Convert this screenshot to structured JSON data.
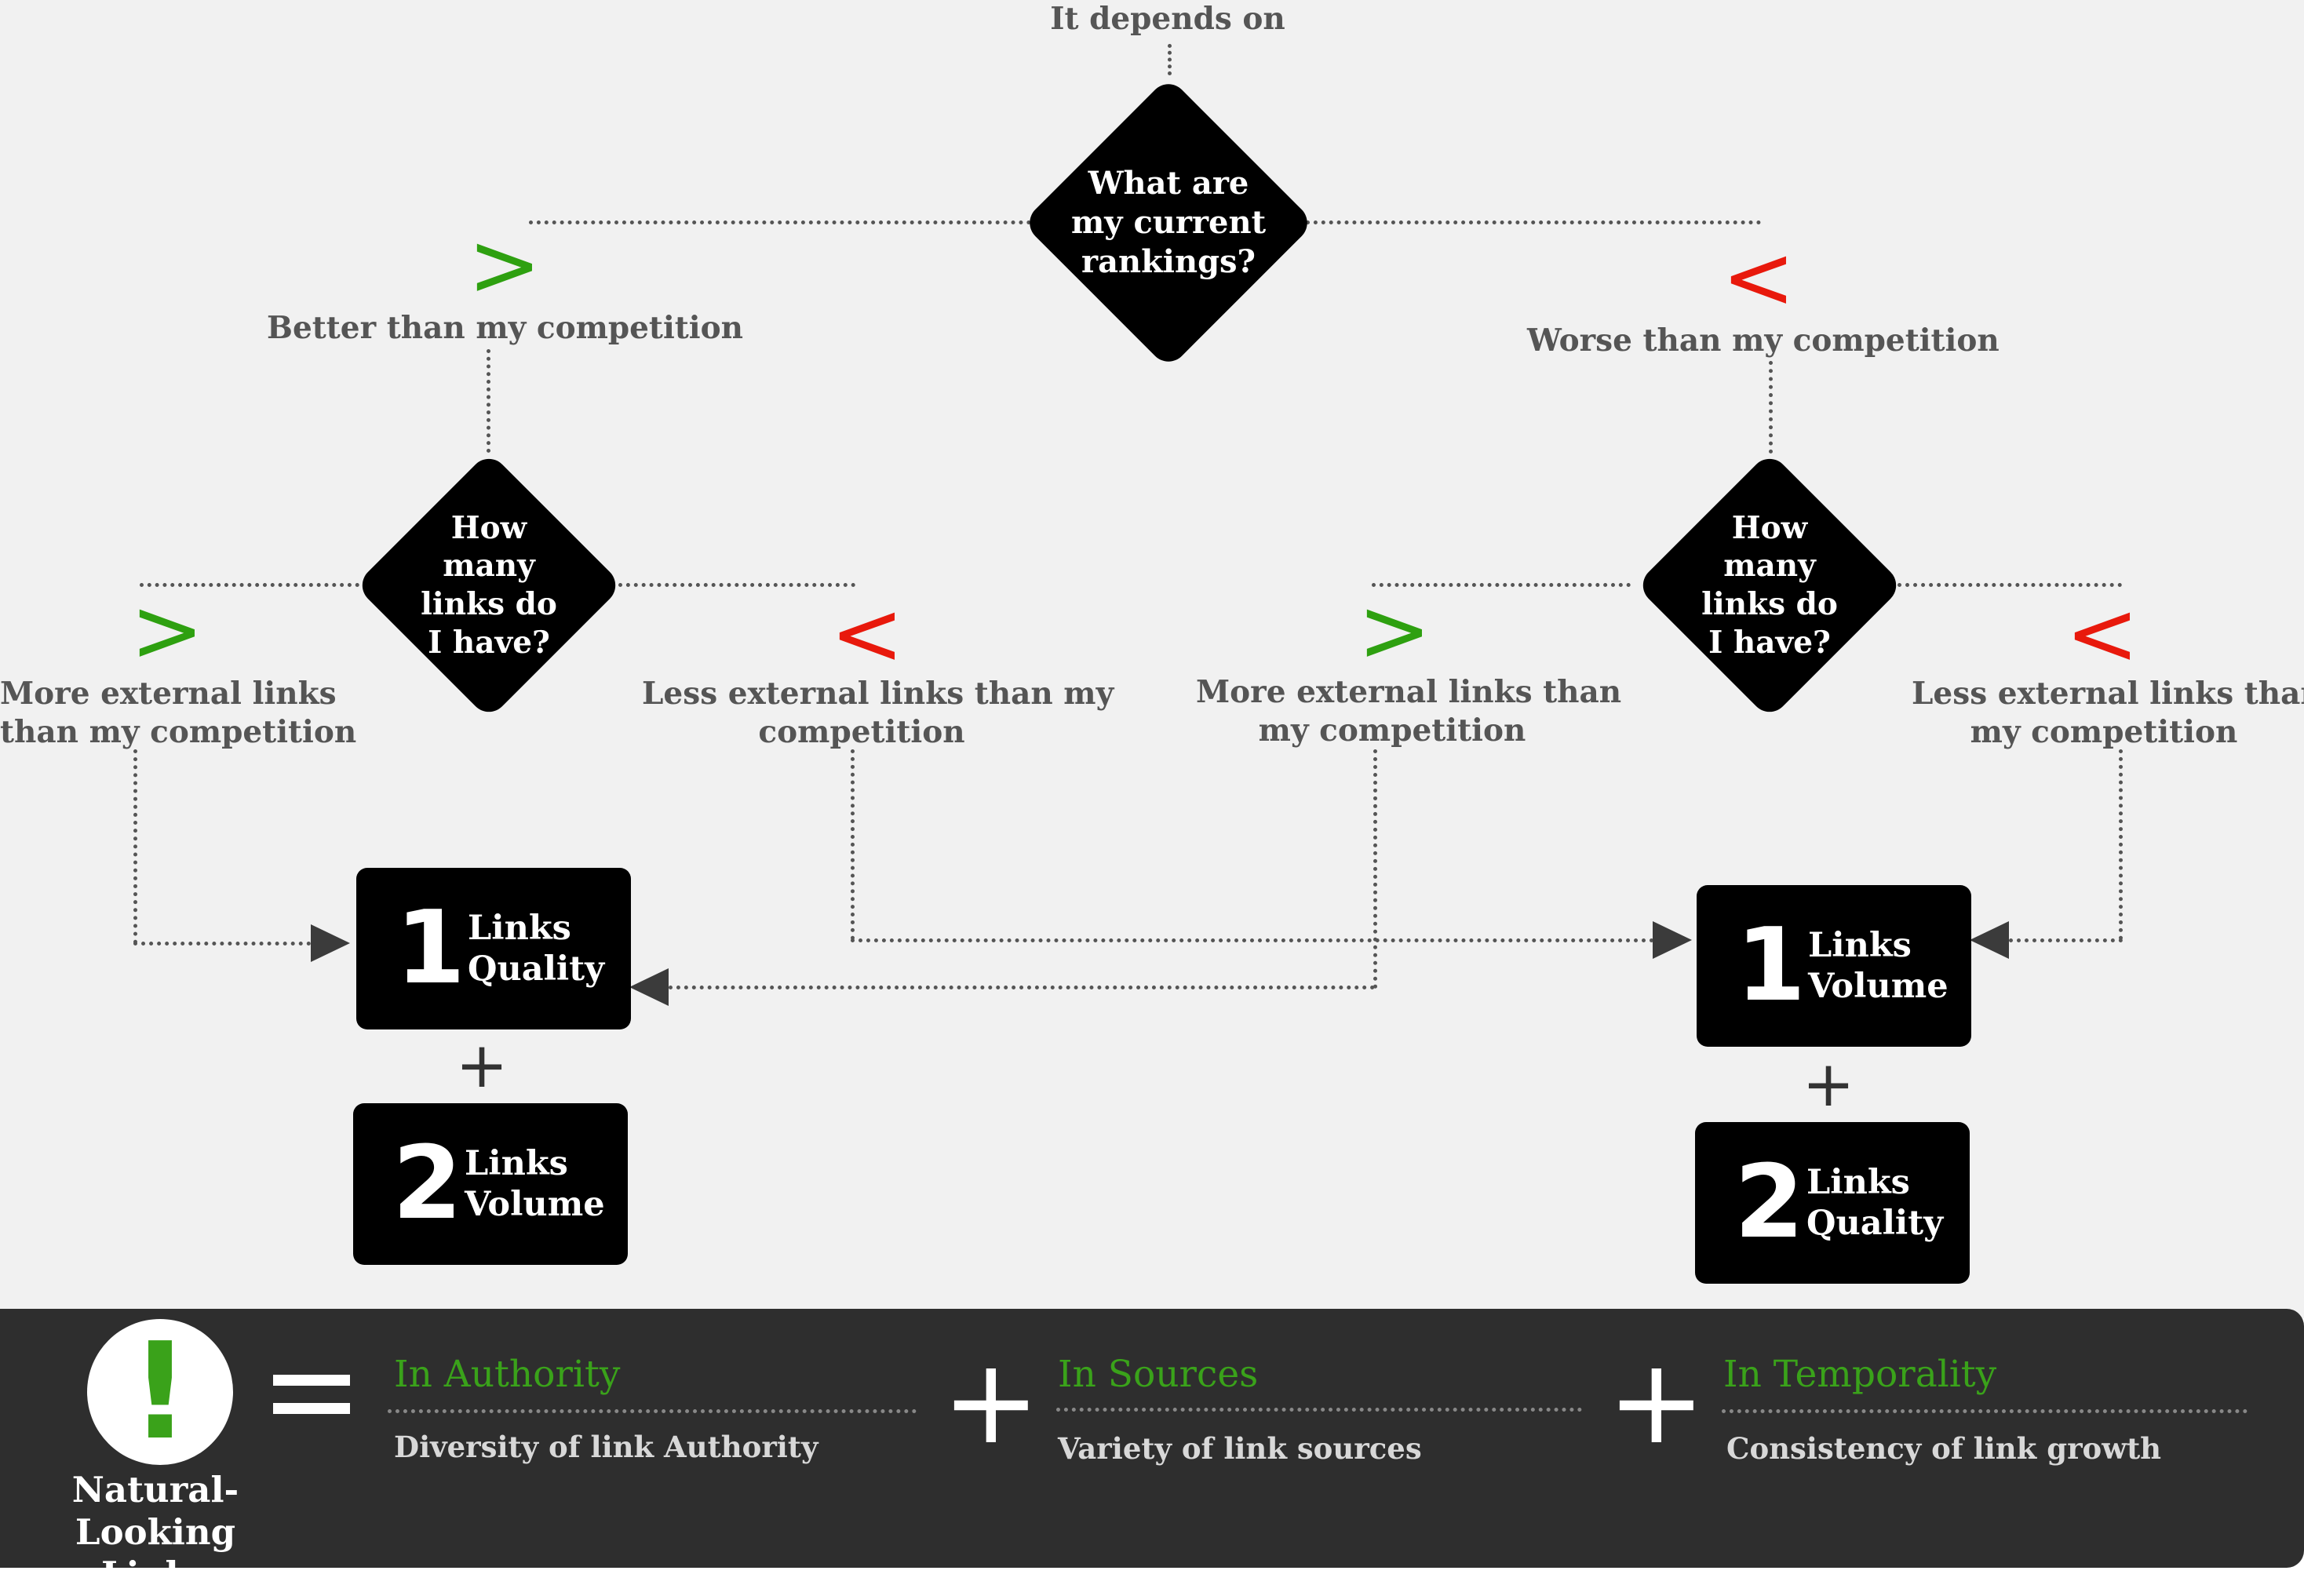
{
  "intro": "It depends on",
  "top_question": "What are my current rankings?",
  "branches": {
    "left": {
      "symbol": ">",
      "label": "Better than my competition"
    },
    "right": {
      "symbol": "<",
      "label": "Worse than my competition"
    }
  },
  "links_question": "How many links do I have?",
  "sub_branches": {
    "left_more": {
      "symbol": ">",
      "label_line1": "More external links",
      "label_line2": "than my competition"
    },
    "left_less": {
      "symbol": "<",
      "label_line1": "Less external links than my",
      "label_line2": "competition"
    },
    "right_more": {
      "symbol": ">",
      "label_line1": "More external links than",
      "label_line2": "my competition"
    },
    "right_less": {
      "symbol": "<",
      "label_line1": "Less external links than",
      "label_line2": "my competition"
    }
  },
  "outcomes": {
    "left": [
      {
        "number": "1",
        "line1": "Links",
        "line2": "Quality"
      },
      {
        "number": "2",
        "line1": "Links",
        "line2": "Volume"
      }
    ],
    "right": [
      {
        "number": "1",
        "line1": "Links",
        "line2": "Volume"
      },
      {
        "number": "2",
        "line1": "Links",
        "line2": "Quality"
      }
    ],
    "plus": "+"
  },
  "footer": {
    "icon_glyph": "!",
    "title_line1": "Natural-Looking",
    "title_line2": "Links",
    "items": [
      {
        "heading": "In Authority",
        "sub": "Diversity of link Authority"
      },
      {
        "heading": "In Sources",
        "sub": "Variety of link sources"
      },
      {
        "heading": "In Temporality",
        "sub": "Consistency of link growth"
      }
    ],
    "plus": "+"
  },
  "colors": {
    "greater": "#2ea010",
    "less": "#e8190c",
    "accent_green": "#3aa21a",
    "footer_bg": "#2e2e2e",
    "panel_bg": "#f1f1f1"
  }
}
